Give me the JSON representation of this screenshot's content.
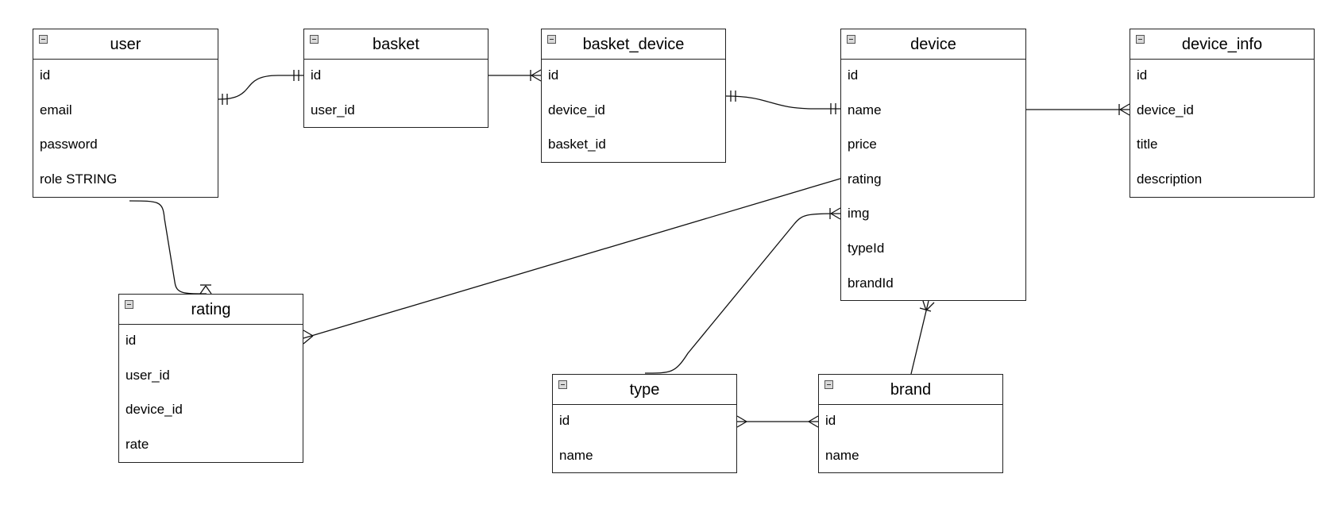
{
  "entities": {
    "user": {
      "title": "user",
      "fields": [
        "id",
        "email",
        "password",
        "role STRING"
      ]
    },
    "basket": {
      "title": "basket",
      "fields": [
        "id",
        "user_id"
      ]
    },
    "basket_device": {
      "title": "basket_device",
      "fields": [
        "id",
        "device_id",
        "basket_id"
      ]
    },
    "device": {
      "title": "device",
      "fields": [
        "id",
        "name",
        "price",
        "rating",
        "img",
        "typeId",
        "brandId"
      ]
    },
    "device_info": {
      "title": "device_info",
      "fields": [
        "id",
        "device_id",
        "title",
        "description"
      ]
    },
    "rating": {
      "title": "rating",
      "fields": [
        "id",
        "user_id",
        "device_id",
        "rate"
      ]
    },
    "type": {
      "title": "type",
      "fields": [
        "id",
        "name"
      ]
    },
    "brand": {
      "title": "brand",
      "fields": [
        "id",
        "name"
      ]
    }
  },
  "relationships": [
    {
      "from": "user",
      "to": "basket",
      "from_end": "one",
      "to_end": "one"
    },
    {
      "from": "basket",
      "to": "basket_device",
      "from_end": "none",
      "to_end": "one-or-many"
    },
    {
      "from": "basket_device",
      "to": "device",
      "from_end": "one",
      "to_end": "one"
    },
    {
      "from": "device",
      "to": "device_info",
      "from_end": "none",
      "to_end": "one-or-many"
    },
    {
      "from": "user",
      "to": "rating",
      "from_end": "none",
      "to_end": "one-or-many"
    },
    {
      "from": "device",
      "to": "rating",
      "from_end": "none",
      "to_end": "many"
    },
    {
      "from": "type",
      "to": "device",
      "from_end": "none",
      "to_end": "one-or-many"
    },
    {
      "from": "brand",
      "to": "device",
      "from_end": "none",
      "to_end": "one-or-many"
    },
    {
      "from": "type",
      "to": "brand",
      "from_end": "many",
      "to_end": "many"
    }
  ],
  "colors": {
    "line": "#111111",
    "border": "#222222",
    "background": "#ffffff"
  }
}
